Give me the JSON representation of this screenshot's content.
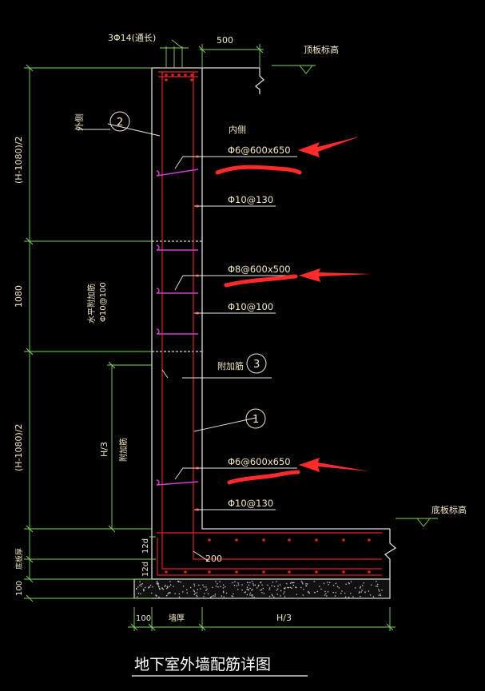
{
  "colors": {
    "background": "#000000",
    "dimension": "#7cd65a",
    "concrete": "#d9d9d9",
    "rebar": "#e02020",
    "stirrup": "#d23cd2",
    "leader": "#e8e8e8",
    "text": "#f1e9c0",
    "title": "#ffffff",
    "annotation": "#ff2a2a"
  },
  "top": {
    "rebar_label": "3Φ14(通长)",
    "dim_500": "500",
    "roof_level": "顶板标高"
  },
  "left_dims": {
    "upper": "(H-1080)/2",
    "middle": "1080",
    "lower": "(H-1080)/2",
    "slab_thk": "底板厚",
    "cushion": "100"
  },
  "side": {
    "outer": "外侧",
    "inner": "内侧",
    "band_line1": "水平附加筋",
    "band_line2": "Φ10@100",
    "h3": "H/3",
    "added_vert": "附加筋"
  },
  "callouts": {
    "upper_tie": "Φ6@600x650",
    "upper_horiz": "Φ10@130",
    "mid_tie": "Φ8@600x500",
    "mid_horiz": "Φ10@100",
    "added": "附加筋",
    "lower_tie": "Φ6@600x650",
    "lower_horiz": "Φ10@130"
  },
  "markers": {
    "m1": "1",
    "m2": "2",
    "m3": "3"
  },
  "bottom": {
    "level": "底板标高",
    "lap_200": "200",
    "lap_12d_a": "12d",
    "lap_12d_b": "12d",
    "dim_100": "100",
    "dim_wall": "墙厚",
    "dim_h3": "H/3"
  },
  "title": "地下室外墙配筋详图"
}
